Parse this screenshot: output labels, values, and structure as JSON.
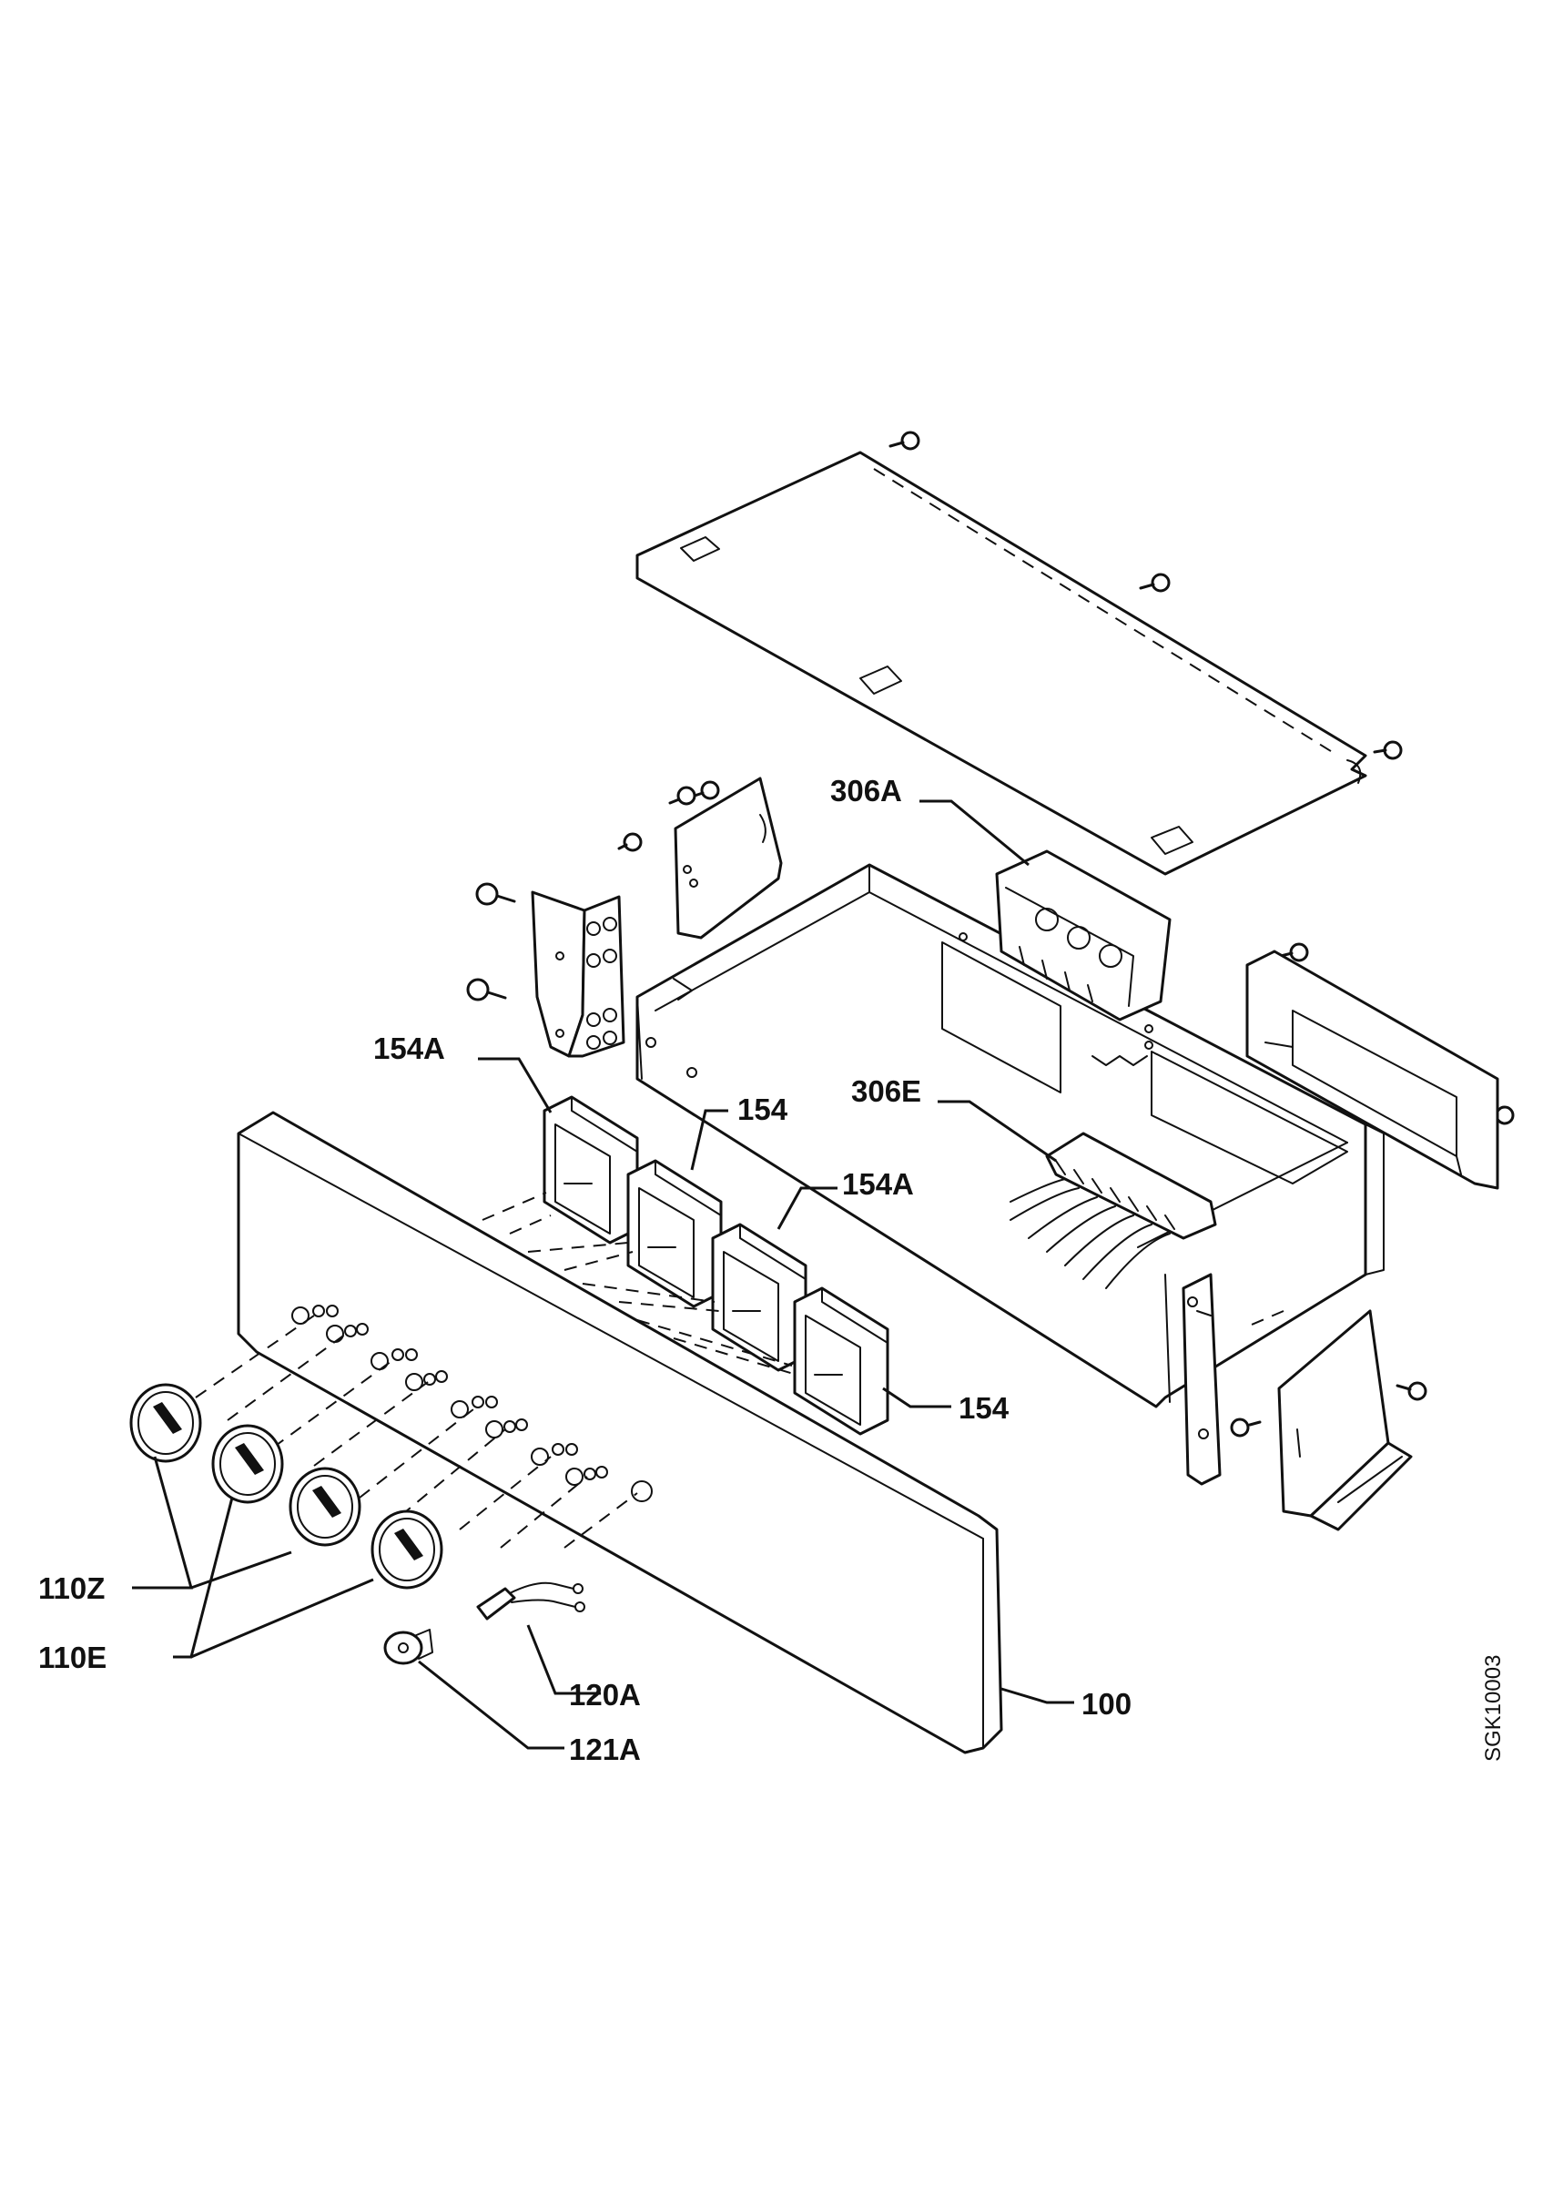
{
  "labels": {
    "l306a": "306A",
    "l154a_top": "154A",
    "l154_top": "154",
    "l306e": "306E",
    "l154a_mid": "154A",
    "l154_bottom": "154",
    "l110z": "110Z",
    "l110e": "110E",
    "l120a": "120A",
    "l100": "100",
    "l121a": "121A"
  },
  "drawing_code": "SGK10003",
  "colors": {
    "line": "#111111",
    "background": "#ffffff"
  }
}
